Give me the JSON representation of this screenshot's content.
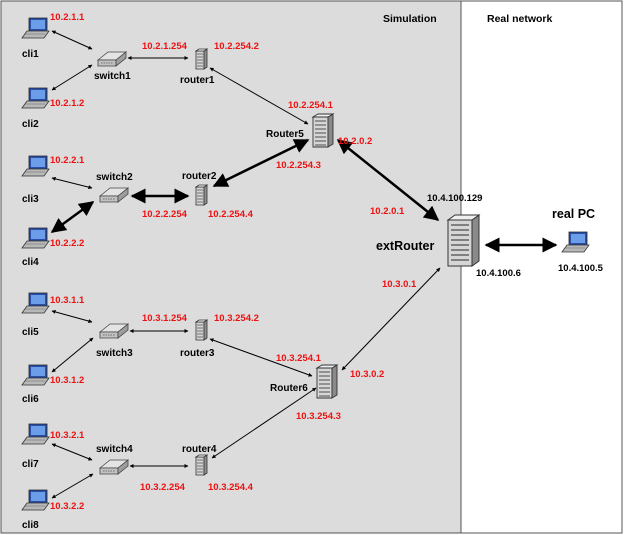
{
  "zones": {
    "simulation": "Simulation",
    "real_network": "Real network"
  },
  "nodes": {
    "cli1": {
      "name": "cli1",
      "ip": "10.2.1.1"
    },
    "cli2": {
      "name": "cli2",
      "ip": "10.2.1.2"
    },
    "cli3": {
      "name": "cli3",
      "ip": "10.2.2.1"
    },
    "cli4": {
      "name": "cli4",
      "ip": "10.2.2.2"
    },
    "cli5": {
      "name": "cli5",
      "ip": "10.3.1.1"
    },
    "cli6": {
      "name": "cli6",
      "ip": "10.3.1.2"
    },
    "cli7": {
      "name": "cli7",
      "ip": "10.3.2.1"
    },
    "cli8": {
      "name": "cli8",
      "ip": "10.3.2.2"
    },
    "switch1": {
      "name": "switch1"
    },
    "switch2": {
      "name": "switch2"
    },
    "switch3": {
      "name": "switch3"
    },
    "switch4": {
      "name": "switch4"
    },
    "router1": {
      "name": "router1",
      "ip_lan": "10.2.1.254",
      "ip_wan": "10.2.254.2"
    },
    "router2": {
      "name": "router2",
      "ip_lan": "10.2.2.254",
      "ip_wan": "10.2.254.4"
    },
    "router3": {
      "name": "router3",
      "ip_lan": "10.3.1.254",
      "ip_wan": "10.3.254.2"
    },
    "router4": {
      "name": "router4",
      "ip_lan": "10.3.2.254",
      "ip_wan": "10.3.254.4"
    },
    "router5": {
      "name": "Router5",
      "ip_r1": "10.2.254.1",
      "ip_r2": "10.2.254.3",
      "ip_ext": "10.2.0.2"
    },
    "router6": {
      "name": "Router6",
      "ip_r3": "10.3.254.1",
      "ip_r4": "10.3.254.3",
      "ip_ext": "10.3.0.2"
    },
    "extrouter": {
      "name": "extRouter",
      "ip_r5": "10.2.0.1",
      "ip_r6": "10.3.0.1",
      "ip_top": "10.4.100.129",
      "ip_pc": "10.4.100.6"
    },
    "realpc": {
      "name": "real PC",
      "ip": "10.4.100.5"
    }
  },
  "colors": {
    "simulation_bg": "#dcdcdc",
    "ip_label": "#ee1111",
    "border": "#555555"
  },
  "icons": {
    "client": "laptop-icon",
    "switch": "switch-icon",
    "router": "router-icon",
    "core_router": "core-router-icon",
    "ext_router": "ext-router-icon"
  }
}
